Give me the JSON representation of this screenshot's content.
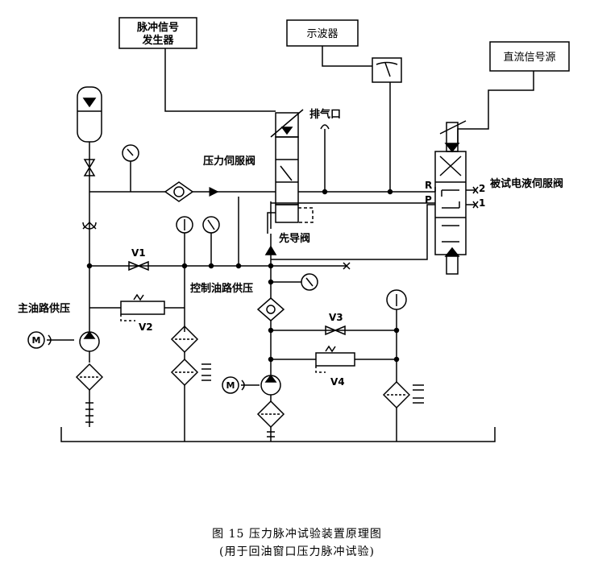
{
  "labels": {
    "pulse_generator_line1": "脉冲信号",
    "pulse_generator_line2": "发生器",
    "oscilloscope": "示波器",
    "dc_source": "直流信号源",
    "exhaust": "排气口",
    "pressure_servo": "压力伺服阀",
    "pilot_valve": "先导阀",
    "tested_valve": "被试电液伺服阀",
    "port_r": "R",
    "port_p": "P",
    "port_2": "2",
    "port_1": "1",
    "v1": "V1",
    "v2": "V2",
    "v3": "V3",
    "v4": "V4",
    "motor_left": "M",
    "motor_right": "M",
    "control_supply": "控制油路供压",
    "main_supply": "主油路供压"
  },
  "caption": {
    "line1": "图 15   压力脉冲试验装置原理图",
    "line2": "(用于回油窗口压力脉冲试验)"
  }
}
